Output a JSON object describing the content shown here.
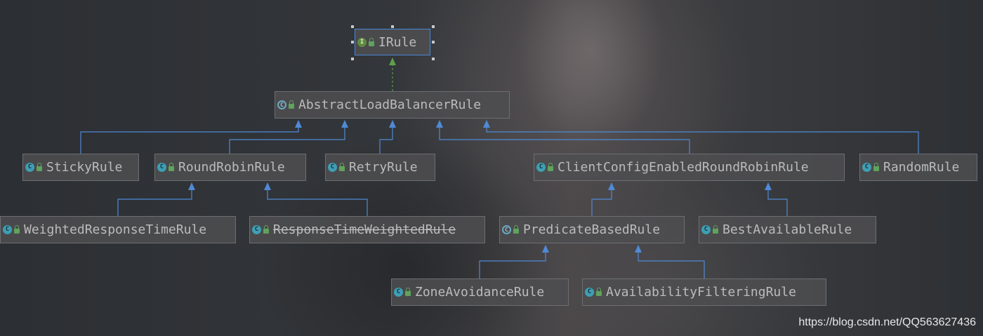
{
  "diagram": {
    "nodes": {
      "irule": {
        "label": "IRule",
        "kind": "interface",
        "icon_letter": "I"
      },
      "abstract": {
        "label": "AbstractLoadBalancerRule",
        "kind": "abstract-class",
        "icon_letter": "C"
      },
      "sticky": {
        "label": "StickyRule",
        "kind": "class",
        "icon_letter": "C"
      },
      "roundrobin": {
        "label": "RoundRobinRule",
        "kind": "class",
        "icon_letter": "C"
      },
      "retry": {
        "label": "RetryRule",
        "kind": "class",
        "icon_letter": "C"
      },
      "clientconfig": {
        "label": "ClientConfigEnabledRoundRobinRule",
        "kind": "class",
        "icon_letter": "C"
      },
      "random": {
        "label": "RandomRule",
        "kind": "class",
        "icon_letter": "C"
      },
      "weighted": {
        "label": "WeightedResponseTimeRule",
        "kind": "class",
        "icon_letter": "C"
      },
      "responsetime": {
        "label": "ResponseTimeWeightedRule",
        "kind": "class",
        "icon_letter": "C",
        "deprecated": true
      },
      "predicate": {
        "label": "PredicateBasedRule",
        "kind": "abstract-class",
        "icon_letter": "C"
      },
      "bestavailable": {
        "label": "BestAvailableRule",
        "kind": "class",
        "icon_letter": "C"
      },
      "zoneavoid": {
        "label": "ZoneAvoidanceRule",
        "kind": "class",
        "icon_letter": "C"
      },
      "availfilter": {
        "label": "AvailabilityFilteringRule",
        "kind": "class",
        "icon_letter": "C"
      }
    },
    "edges": [
      {
        "from": "abstract",
        "to": "irule",
        "type": "implements"
      },
      {
        "from": "sticky",
        "to": "abstract",
        "type": "extends"
      },
      {
        "from": "roundrobin",
        "to": "abstract",
        "type": "extends"
      },
      {
        "from": "retry",
        "to": "abstract",
        "type": "extends"
      },
      {
        "from": "clientconfig",
        "to": "abstract",
        "type": "extends"
      },
      {
        "from": "random",
        "to": "abstract",
        "type": "extends"
      },
      {
        "from": "weighted",
        "to": "roundrobin",
        "type": "extends"
      },
      {
        "from": "responsetime",
        "to": "roundrobin",
        "type": "extends"
      },
      {
        "from": "predicate",
        "to": "clientconfig",
        "type": "extends"
      },
      {
        "from": "bestavailable",
        "to": "clientconfig",
        "type": "extends"
      },
      {
        "from": "zoneavoid",
        "to": "predicate",
        "type": "extends"
      },
      {
        "from": "availfilter",
        "to": "predicate",
        "type": "extends"
      }
    ],
    "colors": {
      "extends_edge": "#4f8ad6",
      "implements_edge": "#5f9e4a",
      "node_text": "#bbbbbb",
      "class_icon": "#3e9fb4",
      "interface_icon": "#5e8a3e"
    }
  },
  "watermark": "https://blog.csdn.net/QQ563627436"
}
